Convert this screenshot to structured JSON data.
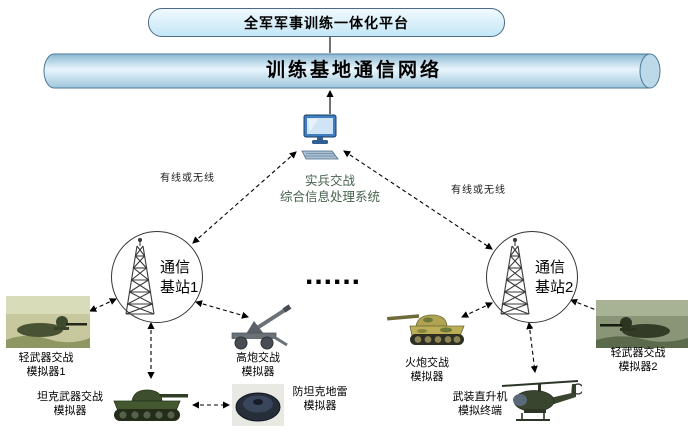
{
  "platform": {
    "label": "全军军事训练一体化平台"
  },
  "network": {
    "label": "训练基地通信网络"
  },
  "processor": {
    "line1": "实兵交战",
    "line2": "综合信息处理系统",
    "icon": "desktop-computer-icon"
  },
  "links": {
    "left_label": "有线或无线",
    "right_label": "有线或无线"
  },
  "stations": [
    {
      "line1": "通信",
      "line2": "基站1",
      "icon": "antenna-tower-icon"
    },
    {
      "line1": "通信",
      "line2": "基站2",
      "icon": "antenna-tower-icon"
    }
  ],
  "ellipsis": "......",
  "terminals": [
    {
      "line1": "轻武器交战",
      "line2": "模拟器1",
      "icon": "soldier-photo-icon"
    },
    {
      "line1": "坦克武器交战",
      "line2": "模拟器",
      "icon": "tank-icon"
    },
    {
      "line1": "高炮交战",
      "line2": "模拟器",
      "icon": "aa-gun-icon"
    },
    {
      "line1": "防坦克地雷",
      "line2": "模拟器",
      "icon": "mine-icon"
    },
    {
      "line1": "火炮交战",
      "line2": "模拟器",
      "icon": "artillery-icon"
    },
    {
      "line1": "武装直升机",
      "line2": "模拟终端",
      "icon": "helicopter-icon"
    },
    {
      "line1": "轻武器交战",
      "line2": "模拟器2",
      "icon": "soldier-photo-icon"
    }
  ],
  "colors": {
    "platform_fill": "#d8eff9",
    "cylinder_fill": "#b7d8ea",
    "cylinder_stroke": "#4a7a96",
    "processor_text": "#47624d",
    "line_color": "#000000"
  }
}
